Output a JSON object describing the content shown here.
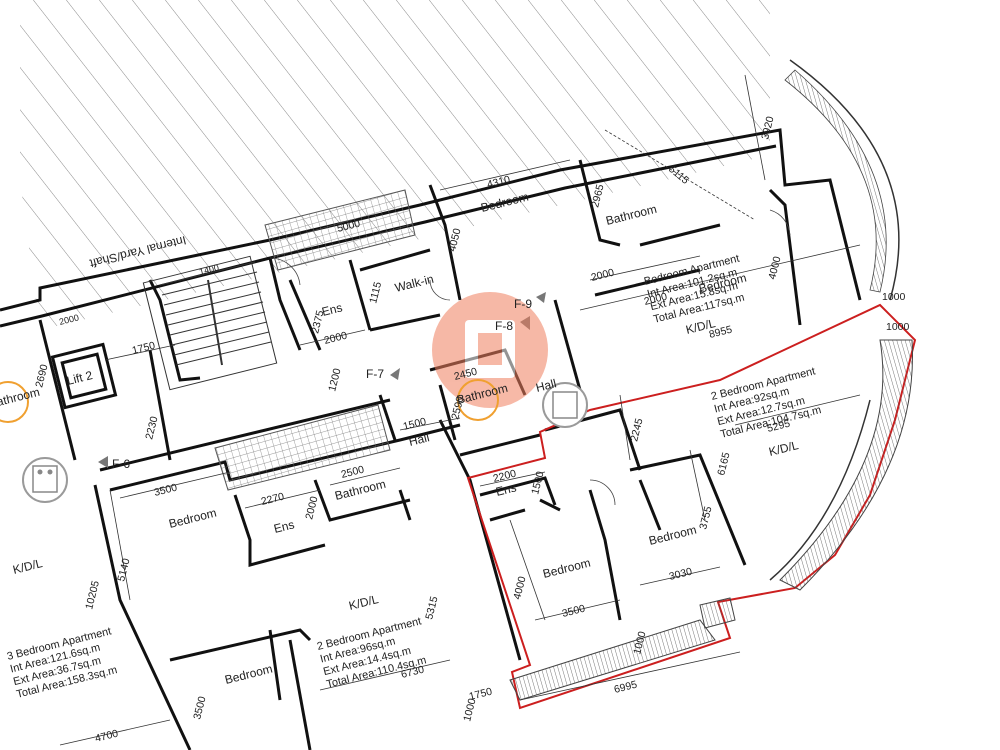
{
  "rooms": {
    "bedroom_top": "Bedroom",
    "bathroom_top": "Bathroom",
    "walk_in": "Walk-in",
    "ens_top": "Ens",
    "internal_yard": "Internal Yard/Shaft",
    "lift": "Lift 2",
    "bathroom_mid": "Bathroom",
    "hall_mid": "Hall",
    "hall_right": "Hall",
    "bathroom_left": "Bathroom",
    "kdl_left": "K/D/L",
    "bedroom_left": "Bedroom",
    "ens_mid": "Ens",
    "bathroom_lower": "Bathroom",
    "kdl_center": "K/D/L",
    "bedroom_bottom": "Bedroom",
    "ens_right": "Ens",
    "bedroom_right1": "Bedroom",
    "bedroom_right2": "Bedroom",
    "kdl_right": "K/D/L",
    "kdl_top_right": "K/D/L",
    "bedroom_top_right_overlap": "Bedroom"
  },
  "flats": {
    "f6": "F-6",
    "f7": "F-7",
    "f8": "F-8",
    "f9": "F-9"
  },
  "apartments": {
    "top_right": {
      "title": "Bedroom Apartment",
      "int": "Int Area:101.2sq.m",
      "ext": "Ext Area:15.8sq.m",
      "total": "Total Area:117sq.m"
    },
    "right": {
      "title": "2 Bedroom Apartment",
      "int": "Int Area:92sq.m",
      "ext": "Ext Area:12.7sq.m",
      "total": "Total Area:104.7sq.m"
    },
    "center": {
      "title": "2 Bedroom Apartment",
      "int": "Int Area:96sq.m",
      "ext": "Ext Area:14.4sq.m",
      "total": "Total Area:110.4sq.m"
    },
    "left": {
      "title": "3 Bedroom Apartment",
      "int": "Int Area:121.6sq.m",
      "ext": "Ext Area:36.7sq.m",
      "total": "Total Area:158.3sq.m"
    }
  },
  "dims": {
    "d5000": "5000",
    "d4310": "4310",
    "d2965": "2965",
    "d3920": "3920",
    "d5115": "5115",
    "d4050": "4050",
    "d2000a": "2000",
    "d2000b": "2000",
    "d4000": "4000",
    "d8955": "8955",
    "d1000a": "1000",
    "d1000b": "1000",
    "d1115": "1115",
    "d2375": "2375",
    "d2000c": "2000",
    "d1750": "1750",
    "d2690": "2690",
    "d2230": "2230",
    "d1200": "1200",
    "d1500a": "1500",
    "d2450": "2450",
    "d2590": "2590",
    "d2245": "2245",
    "d5295": "5295",
    "d6165": "6165",
    "d2200": "2200",
    "d1500b": "1500",
    "d3500a": "3500",
    "d2270": "2270",
    "d2500": "2500",
    "d2000d": "2000",
    "d5140": "5140",
    "d3755": "3755",
    "d3030": "3030",
    "d4000b": "4000",
    "d3500b": "3500",
    "d5315": "5315",
    "d10205": "10205",
    "d6730": "6730",
    "d1750b": "1750",
    "d6995": "6995",
    "d4700": "4700",
    "d1000c": "1000",
    "d1000d": "1000",
    "d3500c": "3500"
  },
  "colors": {
    "wall": "#111111",
    "highlight": "#cc1f1f",
    "hatch": "#9a9a9a",
    "logo": "#f07f5e"
  }
}
